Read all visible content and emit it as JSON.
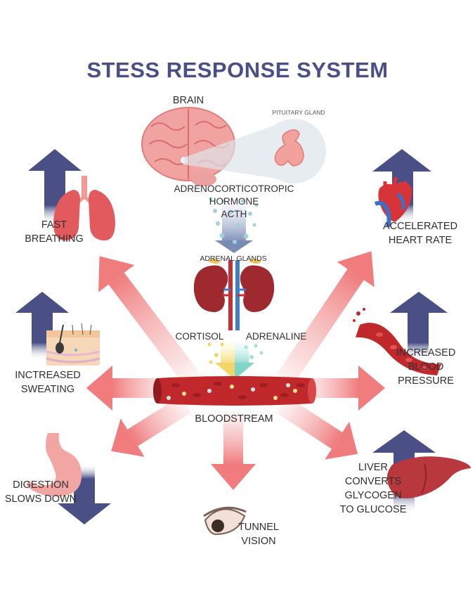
{
  "title": "STESS RESPONSE SYSTEM",
  "labels": {
    "brain": "BRAIN",
    "pituitary": "PITUITARY GLAND",
    "acth": "ADRENOCORTICOTROPIC\nHORMONE\nACTH",
    "adrenal": "ADRENAL GLANDS",
    "cortisol": "CORTISOL",
    "adrenaline": "ADRENALINE",
    "bloodstream": "BLOODSTREAM",
    "fast_breathing": "FAST\nBREATHING",
    "sweating": "INCTREASED\nSWEATING",
    "digestion": "DIGESTION\nSLOWS DOWN",
    "tunnel_vision": "TUNNEL\nVISION",
    "liver": "LIVER\nCONVERTS\nGLYCOGEN\nTO GLUCOSE",
    "blood_pressure": "INCREASED\nBLOOD\nPRESSURE",
    "heart_rate": "ACCELERATED\nHEART RATE"
  },
  "colors": {
    "title": "#4a4f86",
    "indicator_arrow": "#4a4f86",
    "radial_arrow": "#f08a8a",
    "blood": "#c0282c",
    "organ_pink": "#e98b8b",
    "kidney": "#9e2a2f"
  }
}
